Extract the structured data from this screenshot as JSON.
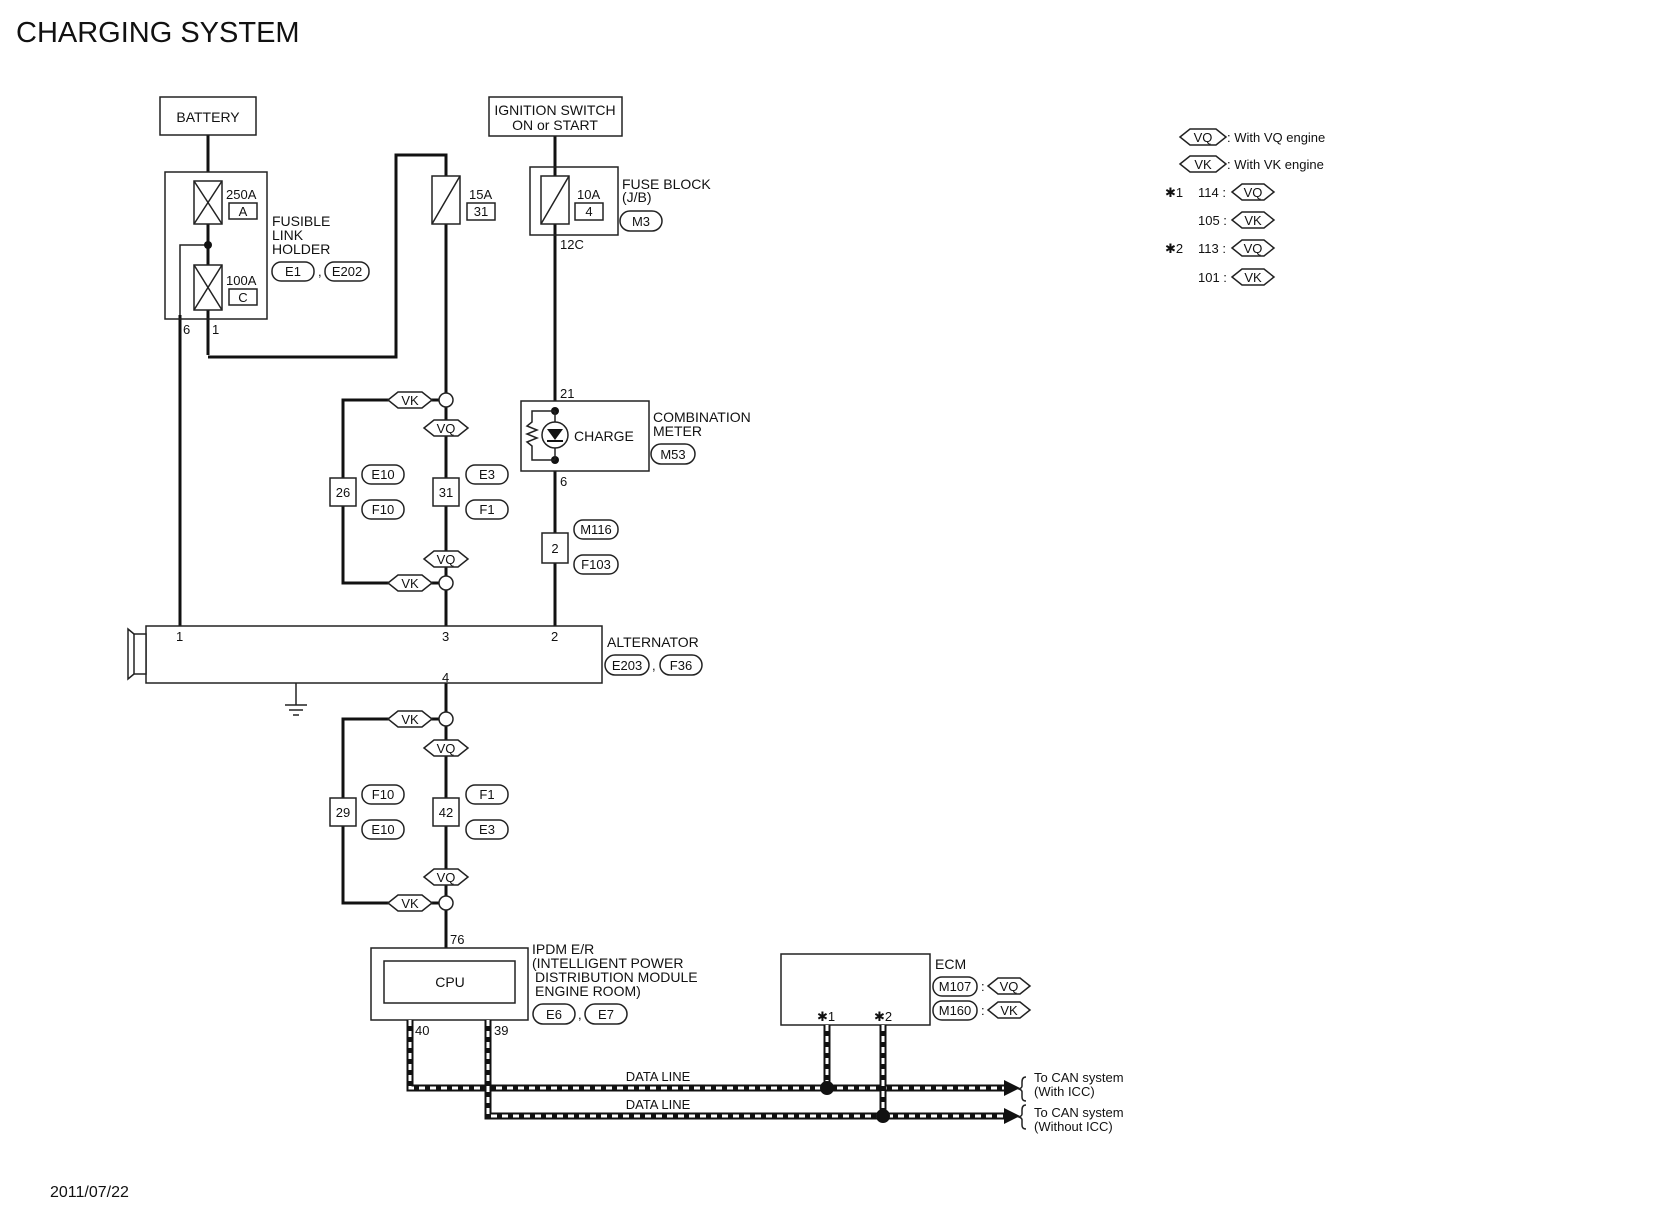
{
  "title": "CHARGING SYSTEM",
  "date": "2011/07/22",
  "legend": {
    "vq_tag": "VQ",
    "vq_text": ": With VQ engine",
    "vk_tag": "VK",
    "vk_text": ": With VK engine",
    "ref1_star": "✱1",
    "ref1_vq_num": "114 :",
    "ref1_vk_num": "105 :",
    "ref2_star": "✱2",
    "ref2_vq_num": "113 :",
    "ref2_vk_num": "101 :"
  },
  "battery": {
    "label": "BATTERY"
  },
  "ignition_switch": {
    "line1": "IGNITION SWITCH",
    "line2": "ON or START"
  },
  "fusible_link": {
    "line1": "FUSIBLE",
    "line2": "LINK",
    "line3": "HOLDER",
    "fuse1_rating": "250A",
    "fuse1_id": "A",
    "fuse2_rating": "100A",
    "fuse2_id": "C",
    "conn1": "E1",
    "sep": ",",
    "conn2": "E202",
    "pin_left": "6",
    "pin_right": "1"
  },
  "fuse_15a": {
    "rating": "15A",
    "id": "31"
  },
  "fuse_block": {
    "line1": "FUSE BLOCK",
    "line2": "(J/B)",
    "rating": "10A",
    "id": "4",
    "conn": "M3",
    "pin": "12C"
  },
  "combination_meter": {
    "line1": "COMBINATION",
    "line2": "METER",
    "lamp_label": "CHARGE",
    "conn": "M53",
    "pin_top": "21",
    "pin_bottom": "6"
  },
  "upper_branch": {
    "vk": "VK",
    "vq": "VQ",
    "left_pin": "26",
    "right_pin": "31",
    "conn_e10": "E10",
    "conn_f10": "F10",
    "conn_e3": "E3",
    "conn_f1": "F1"
  },
  "m116_joint": {
    "pin": "2",
    "conn_top": "M116",
    "conn_bottom": "F103"
  },
  "alternator": {
    "label": "ALTERNATOR",
    "conn1": "E203",
    "sep": ",",
    "conn2": "F36",
    "pin1": "1",
    "pin3": "3",
    "pin2": "2",
    "pin4": "4"
  },
  "lower_branch": {
    "vk": "VK",
    "vq": "VQ",
    "left_pin": "29",
    "right_pin": "42",
    "conn_f10": "F10",
    "conn_e10": "E10",
    "conn_f1": "F1",
    "conn_e3": "E3"
  },
  "ipdm": {
    "line1": "IPDM E/R",
    "line2": "(INTELLIGENT POWER",
    "line3": "DISTRIBUTION MODULE",
    "line4": "ENGINE ROOM)",
    "cpu": "CPU",
    "conn1": "E6",
    "sep": ",",
    "conn2": "E7",
    "pin_top": "76",
    "pin_left": "40",
    "pin_right": "39"
  },
  "ecm": {
    "label": "ECM",
    "conn_vq": "M107",
    "conn_vk": "M160",
    "colon": ":",
    "vq": "VQ",
    "vk": "VK",
    "pin1": "✱1",
    "pin2": "✱2"
  },
  "data_lines": {
    "line1_label": "DATA LINE",
    "line2_label": "DATA LINE",
    "dest1_line1": "To CAN system",
    "dest1_line2": "(With ICC)",
    "dest2_line1": "To CAN system",
    "dest2_line2": "(Without ICC)"
  }
}
